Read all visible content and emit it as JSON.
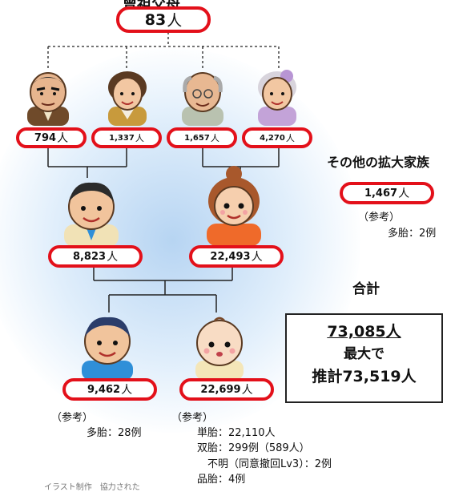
{
  "top": {
    "title": "曾祖父母",
    "count": "83",
    "unit": "人"
  },
  "great_grandparents": [
    {
      "count": "794",
      "unit": "人"
    },
    {
      "count": "1,337",
      "unit": "人"
    },
    {
      "count": "1,657",
      "unit": "人"
    },
    {
      "count": "4,270",
      "unit": "人"
    }
  ],
  "parents": [
    {
      "count": "8,823",
      "unit": "人"
    },
    {
      "count": "22,493",
      "unit": "人"
    }
  ],
  "children": [
    {
      "count": "9,462",
      "unit": "人"
    },
    {
      "count": "22,699",
      "unit": "人"
    }
  ],
  "extended": {
    "title": "その他の拡大家族",
    "count": "1,467",
    "unit": "人",
    "ref_title": "（参考）",
    "ref_line": "多胎：2例"
  },
  "total": {
    "title": "合計",
    "count": "73,085",
    "unit": "人",
    "line2": "最大で",
    "line3": "推計73,519人"
  },
  "child1_ref": {
    "title": "（参考）",
    "line": "多胎：28例"
  },
  "child2_ref": {
    "title": "（参考）",
    "lines": [
      "単胎：22,110人",
      "双胎：299例（589人）",
      "　不明（同意撤回Lv3）：2例",
      "品胎：4例"
    ]
  },
  "caption": "イラスト制作　協力された",
  "colors": {
    "accent": "#e3101a",
    "glow": "#c8e1f8",
    "line": "#222222"
  },
  "icons": [
    "grandfather-1-figure",
    "grandmother-1-figure",
    "grandfather-2-figure",
    "grandmother-2-figure",
    "father-figure",
    "mother-figure",
    "boy-figure",
    "baby-figure"
  ]
}
